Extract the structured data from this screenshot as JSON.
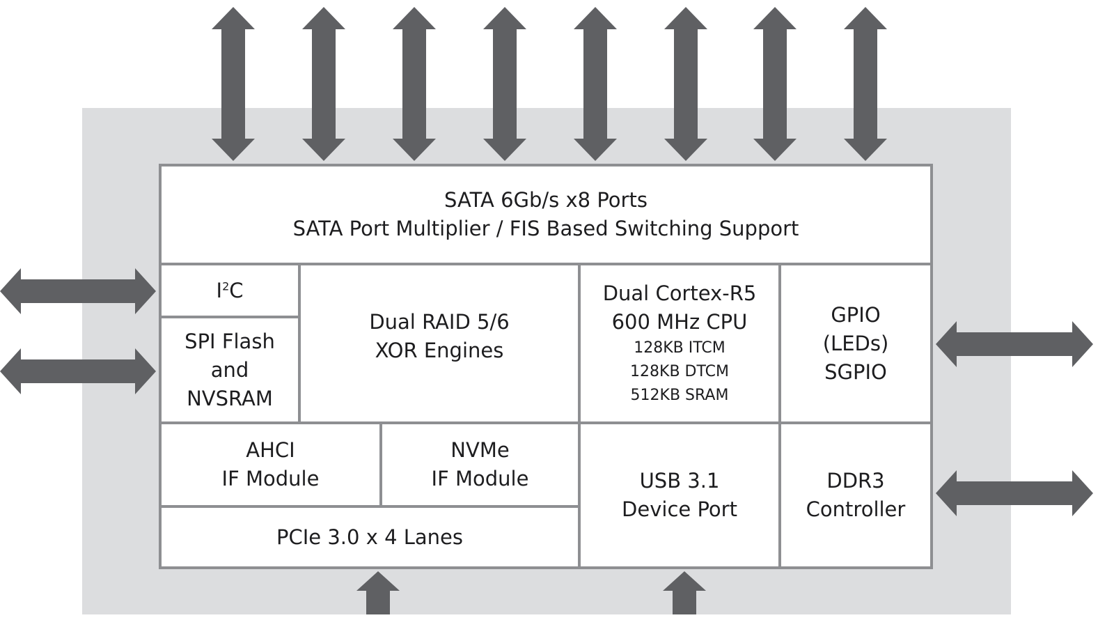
{
  "colors": {
    "background_panel": "#dcdddf",
    "arrow": "#5f6063",
    "border": "#8e8f92"
  },
  "blocks": {
    "sata": {
      "line1": "SATA 6Gb/s x8 Ports",
      "line2": "SATA Port Multiplier / FIS Based Switching Support"
    },
    "i2c": {
      "base": "I",
      "sup": "2",
      "tail": "C"
    },
    "spi": {
      "line1": "SPI Flash",
      "line2": "and",
      "line3": "NVSRAM"
    },
    "raid": {
      "line1": "Dual RAID 5/6",
      "line2": "XOR Engines"
    },
    "cpu": {
      "line1": "Dual Cortex-R5",
      "line2": "600 MHz CPU",
      "line3": "128KB ITCM",
      "line4": "128KB DTCM",
      "line5": "512KB SRAM"
    },
    "gpio": {
      "line1": "GPIO",
      "line2": "(LEDs)",
      "line3": "SGPIO"
    },
    "ahci": {
      "line1": "AHCI",
      "line2": "IF Module"
    },
    "nvme": {
      "line1": "NVMe",
      "line2": "IF Module"
    },
    "pcie": {
      "line1": "PCIe 3.0 x 4 Lanes"
    },
    "usb": {
      "line1": "USB 3.1",
      "line2": "Device Port"
    },
    "ddr3": {
      "line1": "DDR3",
      "line2": "Controller"
    }
  }
}
